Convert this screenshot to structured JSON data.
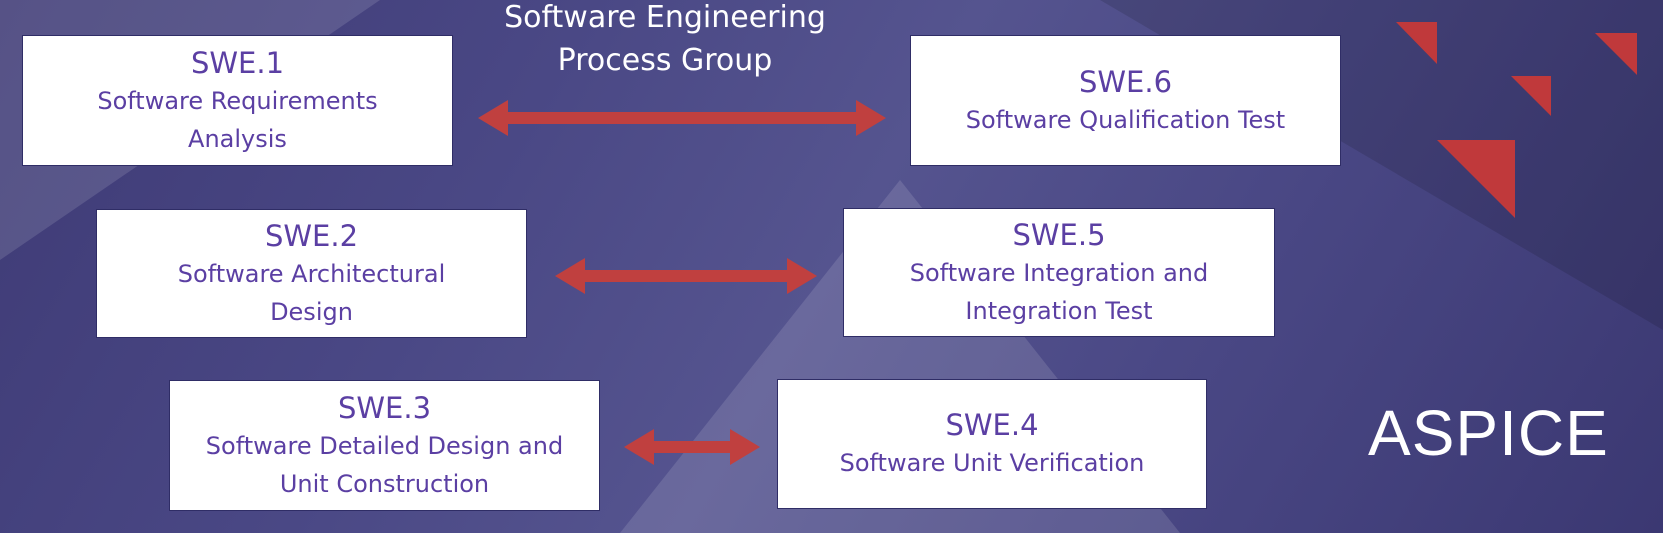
{
  "title": {
    "line1": "Software Engineering",
    "line2": "Process Group"
  },
  "brand": "ASPICE",
  "colors": {
    "background": "#4a4885",
    "box_text": "#5b3fa3",
    "arrow": "#c0403f",
    "triangle": "#c0393b"
  },
  "processes": [
    {
      "code": "SWE.1",
      "name_line1": "Software Requirements",
      "name_line2": "Analysis"
    },
    {
      "code": "SWE.2",
      "name_line1": "Software Architectural",
      "name_line2": "Design"
    },
    {
      "code": "SWE.3",
      "name_line1": "Software Detailed Design and",
      "name_line2": "Unit Construction"
    },
    {
      "code": "SWE.4",
      "name_line1": "Software Unit Verification",
      "name_line2": ""
    },
    {
      "code": "SWE.5",
      "name_line1": "Software Integration and",
      "name_line2": "Integration Test"
    },
    {
      "code": "SWE.6",
      "name_line1": "Software Qualification Test",
      "name_line2": ""
    }
  ],
  "links": [
    {
      "from": "SWE.1",
      "to": "SWE.6"
    },
    {
      "from": "SWE.2",
      "to": "SWE.5"
    },
    {
      "from": "SWE.3",
      "to": "SWE.4"
    }
  ]
}
